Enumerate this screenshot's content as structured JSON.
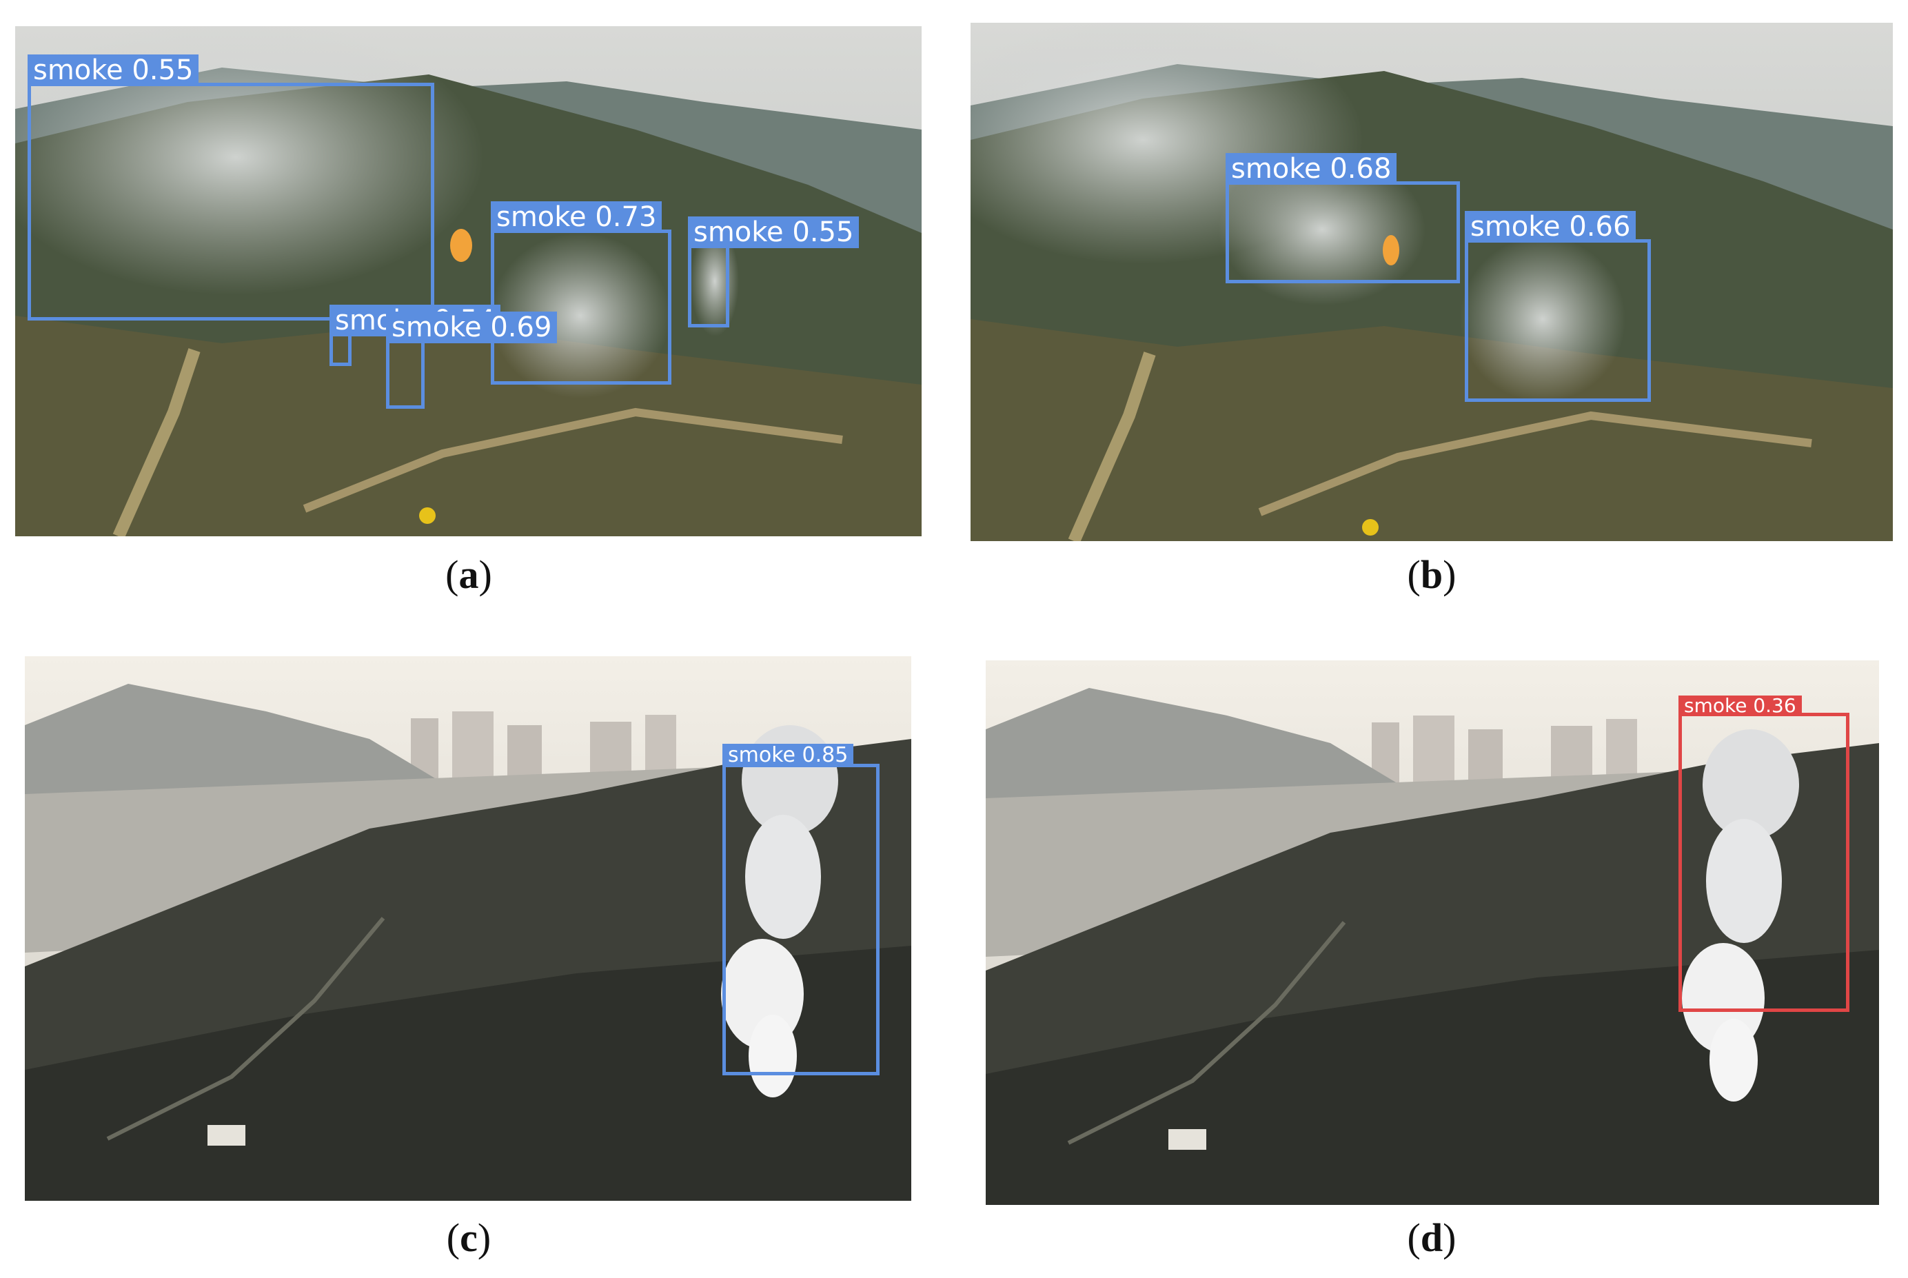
{
  "panels": {
    "a": {
      "caption_letter": "a",
      "detections": [
        {
          "label": "smoke 0.55"
        },
        {
          "label": "smoke 0.73"
        },
        {
          "label": "smoke 0.55"
        },
        {
          "label": "smoke 0.54"
        },
        {
          "label": "smoke 0.69"
        }
      ]
    },
    "b": {
      "caption_letter": "b",
      "detections": [
        {
          "label": "smoke 0.68"
        },
        {
          "label": "smoke 0.66"
        }
      ]
    },
    "c": {
      "caption_letter": "c",
      "detections": [
        {
          "label": "smoke 0.85"
        }
      ]
    },
    "d": {
      "caption_letter": "d",
      "detections": [
        {
          "label": "smoke 0.36"
        }
      ]
    }
  },
  "colors": {
    "box_blue": "#5b8ee0",
    "box_red": "#e04646"
  }
}
